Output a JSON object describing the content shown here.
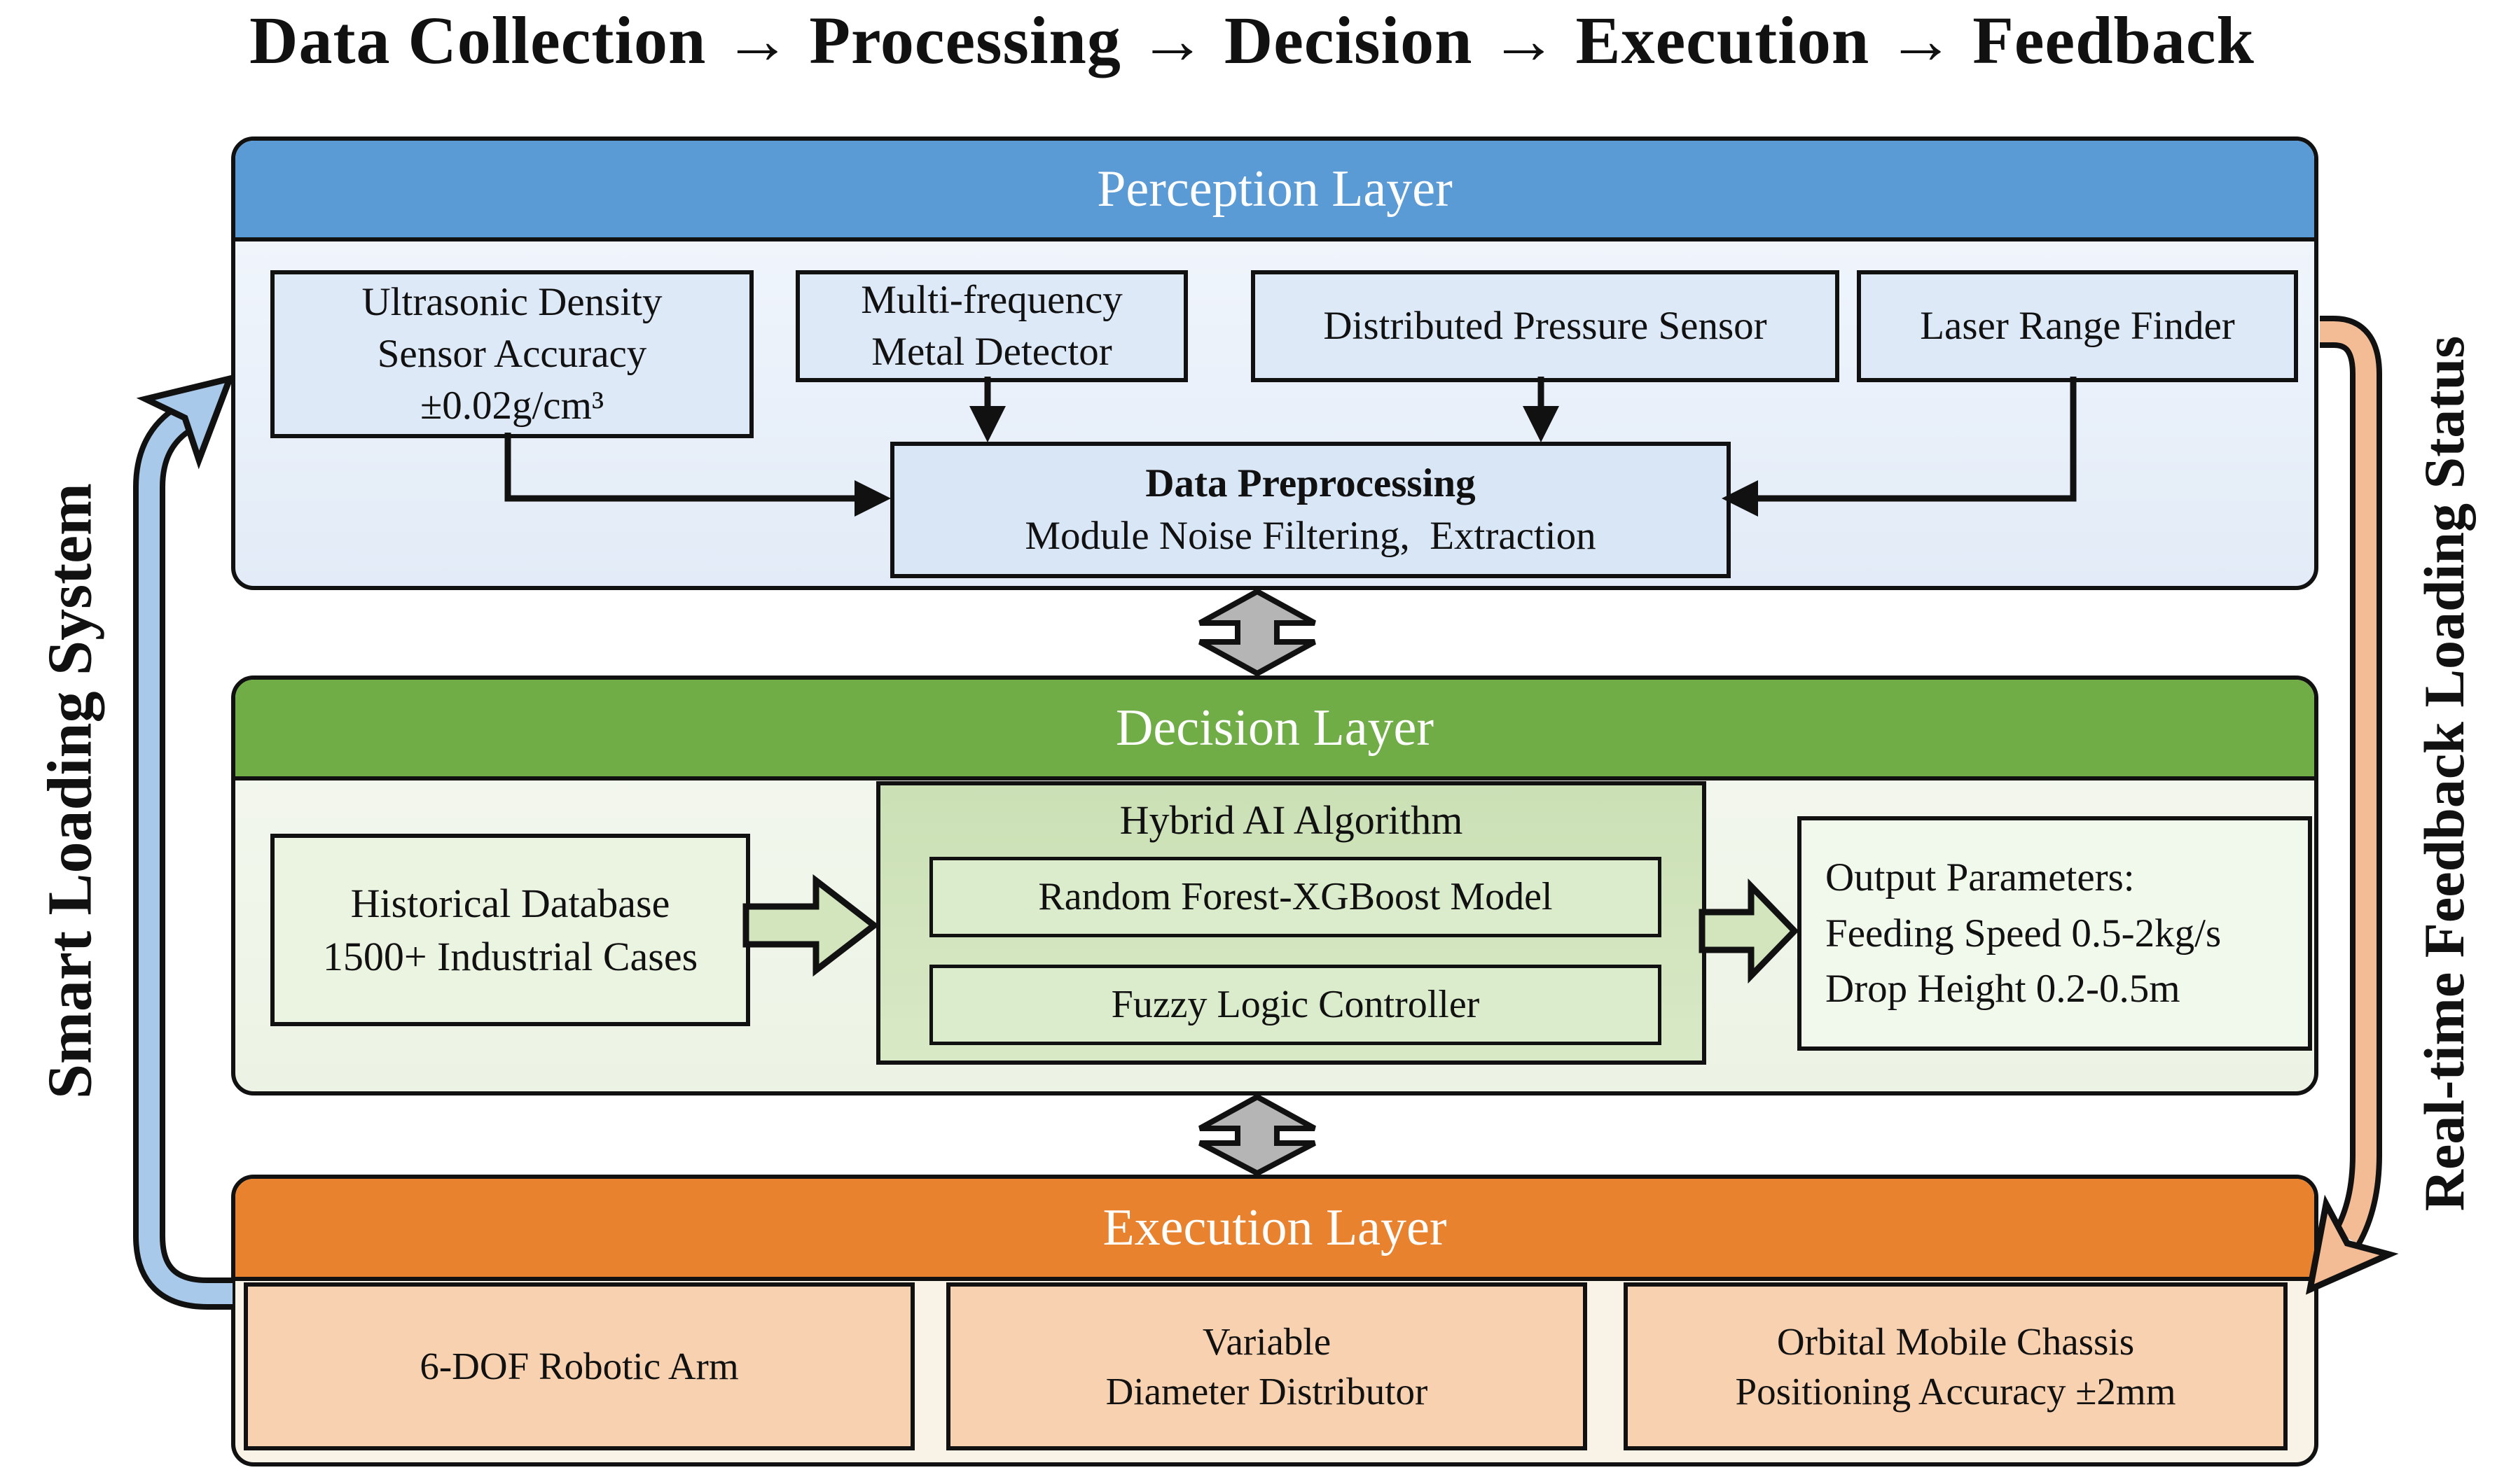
{
  "title": "Data Collection → Processing → Decision → Execution → Feedback",
  "side_labels": {
    "left": "Smart Loading System",
    "right": "Real-time Feedback Loading Status"
  },
  "colors": {
    "perception_header": "#5b9bd5",
    "decision_header": "#70ad47",
    "execution_header": "#e8822e",
    "feedback_up_arrow": "#a9c9ea",
    "feedback_down_arrow": "#f3bc94",
    "layer_link_arrow": "#b5b5b5",
    "block_arrow_green": "#d2e5bd"
  },
  "perception": {
    "header": "Perception Layer",
    "ultrasonic": {
      "lines": [
        "Ultrasonic Density",
        "Sensor Accuracy",
        "±0.02g/cm³"
      ]
    },
    "metal_detector": {
      "lines": [
        "Multi-frequency",
        "Metal Detector"
      ]
    },
    "pressure_sensor": {
      "label": "Distributed Pressure Sensor"
    },
    "laser_range_finder": {
      "label": "Laser Range Finder"
    },
    "preprocessing": {
      "title": "Data Preprocessing",
      "subtitle": "Module Noise Filtering,  Extraction"
    }
  },
  "decision": {
    "header": "Decision Layer",
    "historical_database": {
      "lines": [
        "Historical Database",
        "1500+ Industrial Cases"
      ]
    },
    "hybrid_ai": {
      "title": "Hybrid AI Algorithm",
      "model_1": "Random Forest-XGBoost Model",
      "model_2": "Fuzzy Logic Controller"
    },
    "output_parameters": {
      "lines": [
        "Output Parameters:",
        "Feeding Speed 0.5-2kg/s",
        "Drop Height 0.2-0.5m"
      ]
    }
  },
  "execution": {
    "header": "Execution Layer",
    "robotic_arm": {
      "label": "6-DOF Robotic Arm"
    },
    "distributor": {
      "lines": [
        "Variable",
        "Diameter Distributor"
      ]
    },
    "chassis": {
      "lines": [
        "Orbital Mobile Chassis",
        "Positioning Accuracy ±2mm"
      ]
    }
  }
}
